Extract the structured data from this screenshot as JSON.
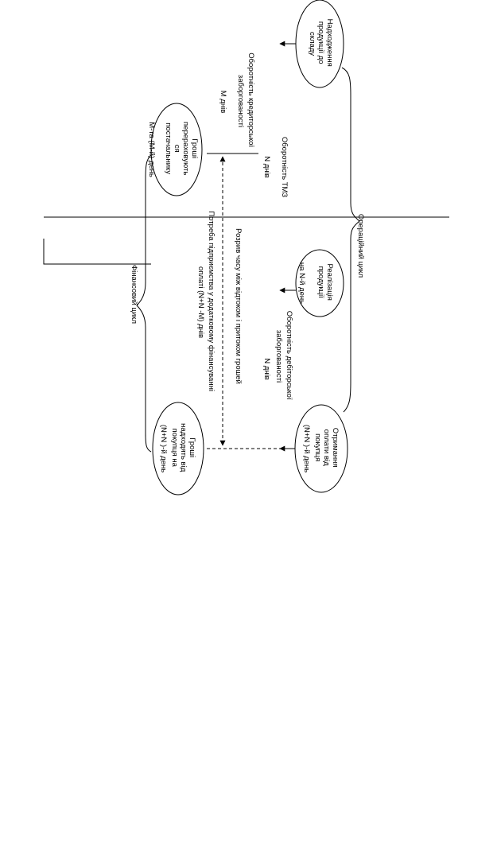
{
  "nodes": {
    "goods_arrival": {
      "lines": [
        "Надходження",
        "продукції до",
        "складу"
      ]
    },
    "pay_supplier": {
      "lines": [
        "Гроші",
        "перераховують",
        "ся",
        "постачальнику",
        "М-та (М-й) день"
      ]
    },
    "sale": {
      "lines": [
        "Реалізація",
        "продукції",
        "на N-й день"
      ]
    },
    "buyer_payment": {
      "lines": [
        "Отримання",
        "оплати від",
        "покупця",
        "(N+N )-й день"
      ]
    },
    "cash_in": {
      "lines": [
        "Гроші",
        "надходять від",
        "покупця на",
        "(N+N )-й день"
      ]
    }
  },
  "labels": {
    "payables_turnover": [
      "Оборотність кредиторської",
      "заборгованості"
    ],
    "m_days": "М днів",
    "inventory_turnover": "Оборотність ТМЗ",
    "n_days": "N днів",
    "operating_cycle": "Операційний цикл",
    "financial_cycle": "Фінансовий цикл",
    "cash_gap": "Розрив часу між відтоком і притоком грошей",
    "financing_need": [
      "Потреба підприємства у додатковому фінансуванні",
      "оплаті (N+N -М) днів"
    ],
    "receivables_turnover": [
      "Оборотність дебіторської",
      "заборгованості"
    ],
    "n_days_2": "N днів"
  }
}
